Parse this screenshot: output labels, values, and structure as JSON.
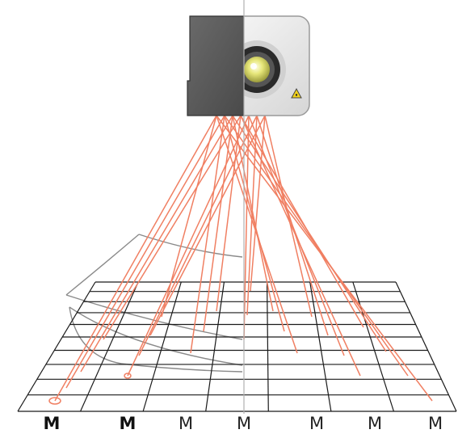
{
  "labels": [
    {
      "text": "M",
      "bold": true
    },
    {
      "text": "M",
      "bold": true
    },
    {
      "text": "M",
      "bold": false
    },
    {
      "text": "M",
      "bold": false
    },
    {
      "text": "M",
      "bold": false
    },
    {
      "text": "M",
      "bold": false
    },
    {
      "text": "M",
      "bold": false
    }
  ],
  "colors": {
    "beam": "#f07f62",
    "grid": "#1a1a1a",
    "curved_surface": "#8a8a8a",
    "divider": "#b0b0b0",
    "camera_left": "#555555",
    "camera_right": "#e9e9e9",
    "lens_glow": "#e7e77a",
    "warning_triangle": "#f2d21a"
  },
  "icons": {
    "device": "projector-camera-icon",
    "warning": "laser-warning-icon"
  }
}
